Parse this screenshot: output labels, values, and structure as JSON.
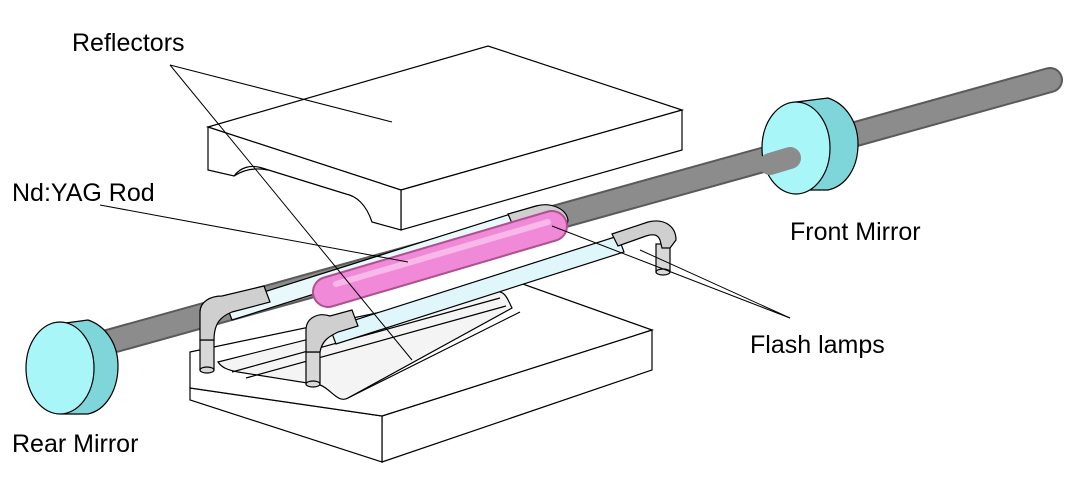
{
  "labels": {
    "reflectors": "Reflectors",
    "rod": "Nd:YAG Rod",
    "front_mirror": "Front Mirror",
    "flash_lamps": "Flash lamps",
    "rear_mirror": "Rear Mirror"
  },
  "colors": {
    "mirror": "#a8f6f8",
    "rod_shaft": "#8c8c8c",
    "crystal": "#f08ad8",
    "lamp_tube": "#dff6fb",
    "lamp_fitting": "#cfcfcf",
    "block": "#ffffff",
    "outline": "#000000"
  }
}
